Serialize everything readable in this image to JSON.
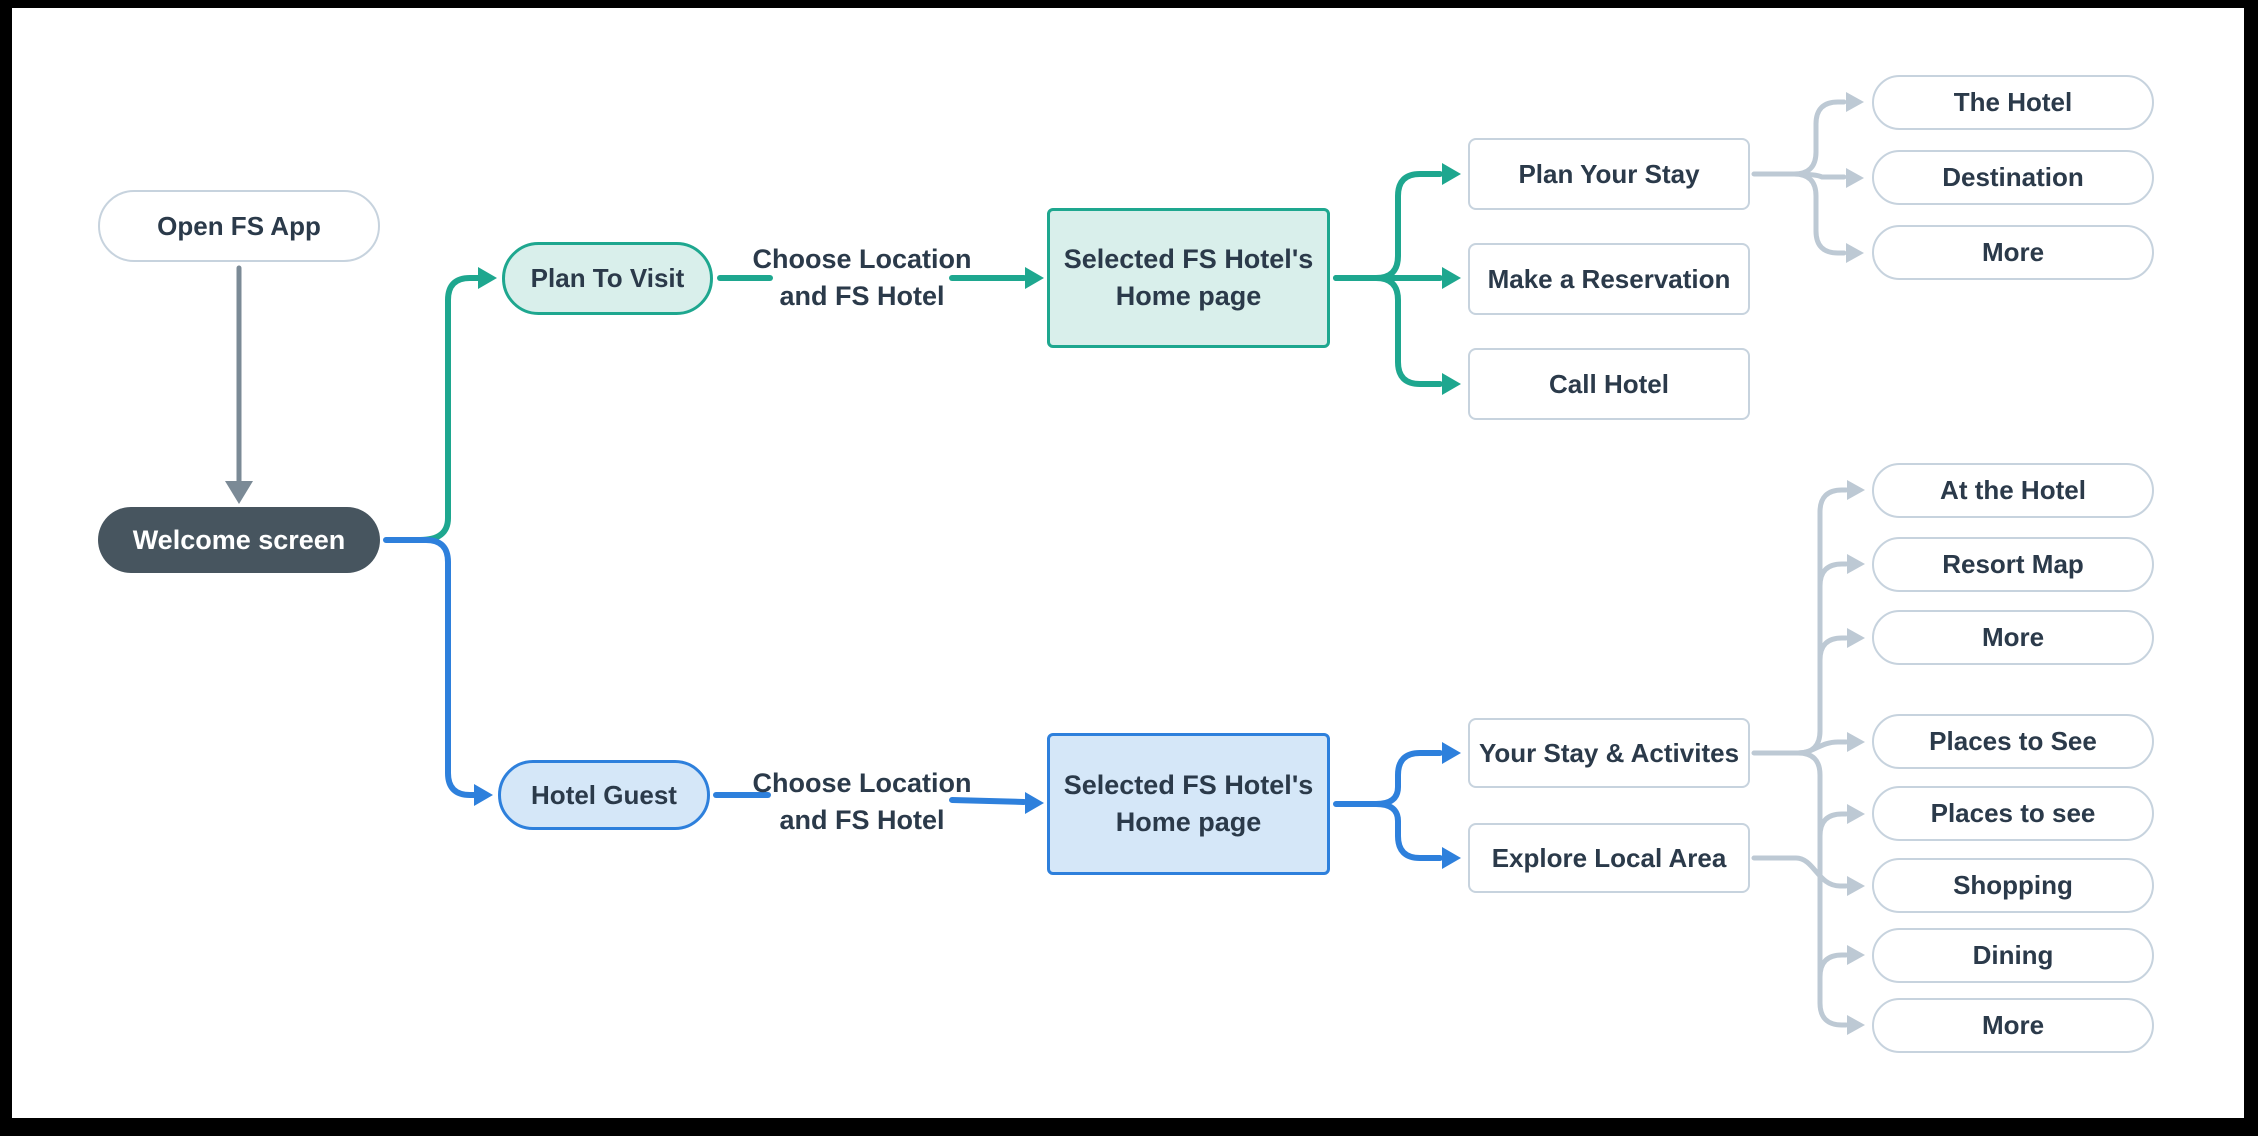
{
  "diagram": {
    "title_implied": "FS App user flow diagram",
    "colors": {
      "frame": "#000000",
      "background": "#ffffff",
      "teal": "#1ea78f",
      "teal_light": "#d9efeb",
      "blue": "#2e80dc",
      "blue_light": "#d5e7f8",
      "slate_dark": "#47555f",
      "connector_gray": "#bdc9d4",
      "arrow_dark_gray": "#7b8a96",
      "node_border_gray": "#c7d3de",
      "text_dark": "#2b3a4a"
    },
    "nodes": {
      "open_fs_app": {
        "label": "Open FS App"
      },
      "welcome_screen": {
        "label": "Welcome screen"
      },
      "plan_to_visit": {
        "label": "Plan To Visit"
      },
      "hotel_guest": {
        "label": "Hotel Guest"
      },
      "choose_location_top": {
        "line1": "Choose Location",
        "line2": "and FS Hotel"
      },
      "choose_location_bottom": {
        "line1": "Choose Location",
        "line2": "and FS Hotel"
      },
      "home_page_top": {
        "line1": "Selected FS Hotel's",
        "line2": "Home page"
      },
      "home_page_bottom": {
        "line1": "Selected FS Hotel's",
        "line2": "Home page"
      },
      "plan_your_stay": {
        "label": "Plan Your Stay"
      },
      "make_a_reservation": {
        "label": "Make a Reservation"
      },
      "call_hotel": {
        "label": "Call Hotel"
      },
      "your_stay_activites": {
        "label": "Your Stay & Activites"
      },
      "explore_local_area": {
        "label": "Explore Local Area"
      },
      "the_hotel": {
        "label": "The Hotel"
      },
      "destination": {
        "label": "Destination"
      },
      "more_top": {
        "label": "More"
      },
      "at_the_hotel": {
        "label": "At the Hotel"
      },
      "resort_map": {
        "label": "Resort Map"
      },
      "more_mid": {
        "label": "More"
      },
      "places_to_see_cap": {
        "label": "Places to See"
      },
      "places_to_see_low": {
        "label": "Places to see"
      },
      "shopping": {
        "label": "Shopping"
      },
      "dining": {
        "label": "Dining"
      },
      "more_bottom": {
        "label": "More"
      }
    },
    "edges": [
      "Open FS App -> Welcome screen",
      "Welcome screen -> Plan To Visit",
      "Welcome screen -> Hotel Guest",
      "Plan To Visit -> Selected FS Hotel's Home page (via Choose Location and FS Hotel)",
      "Hotel Guest -> Selected FS Hotel's Home page (via Choose Location and FS Hotel)",
      "Home page (top) -> Plan Your Stay | Make a Reservation | Call Hotel",
      "Plan Your Stay -> The Hotel | Destination | More",
      "Home page (bottom) -> Your Stay & Activites | Explore Local Area",
      "Your Stay & Activites -> At the Hotel | Resort Map | More | Places to See",
      "Explore Local Area -> Places to see | Shopping | Dining | More"
    ]
  }
}
